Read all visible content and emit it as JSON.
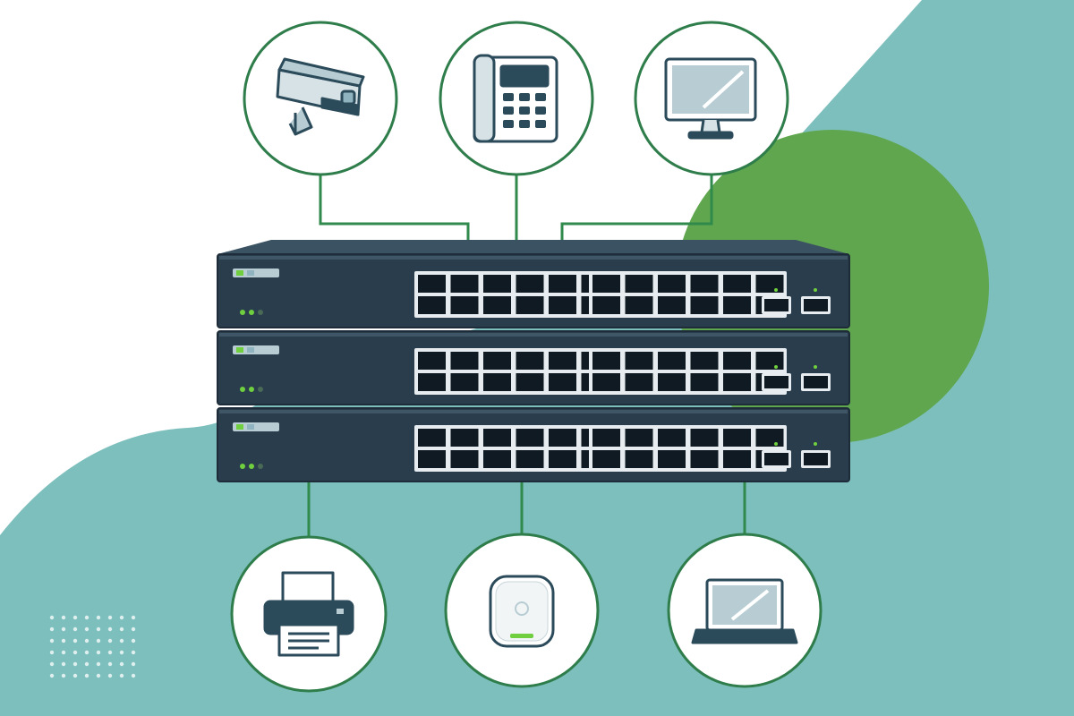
{
  "diagram": {
    "colors": {
      "background": "#ffffff",
      "teal_shape": "#7dbfbd",
      "green_circle": "#5fa64e",
      "connector": "#2f8a4c",
      "device_ring": "#2e7d4a",
      "switch_body": "#2a3d4c",
      "switch_edge": "#1d2c38",
      "port_frame": "#e6ecef",
      "port_hole": "#0f1a22",
      "led_green": "#6fcf3e",
      "icon_dark": "#2b4a5a",
      "icon_light": "#b7cdd3"
    },
    "switches": [
      {
        "name": "switch-top",
        "rj45_ports": 24,
        "sfp_ports": 2
      },
      {
        "name": "switch-middle",
        "rj45_ports": 24,
        "sfp_ports": 2
      },
      {
        "name": "switch-bottom",
        "rj45_ports": 24,
        "sfp_ports": 2
      }
    ],
    "devices_top": [
      {
        "icon": "security-camera-icon"
      },
      {
        "icon": "desk-phone-icon"
      },
      {
        "icon": "desktop-monitor-icon"
      }
    ],
    "devices_bottom": [
      {
        "icon": "printer-icon"
      },
      {
        "icon": "wireless-access-point-icon"
      },
      {
        "icon": "laptop-icon"
      }
    ]
  }
}
